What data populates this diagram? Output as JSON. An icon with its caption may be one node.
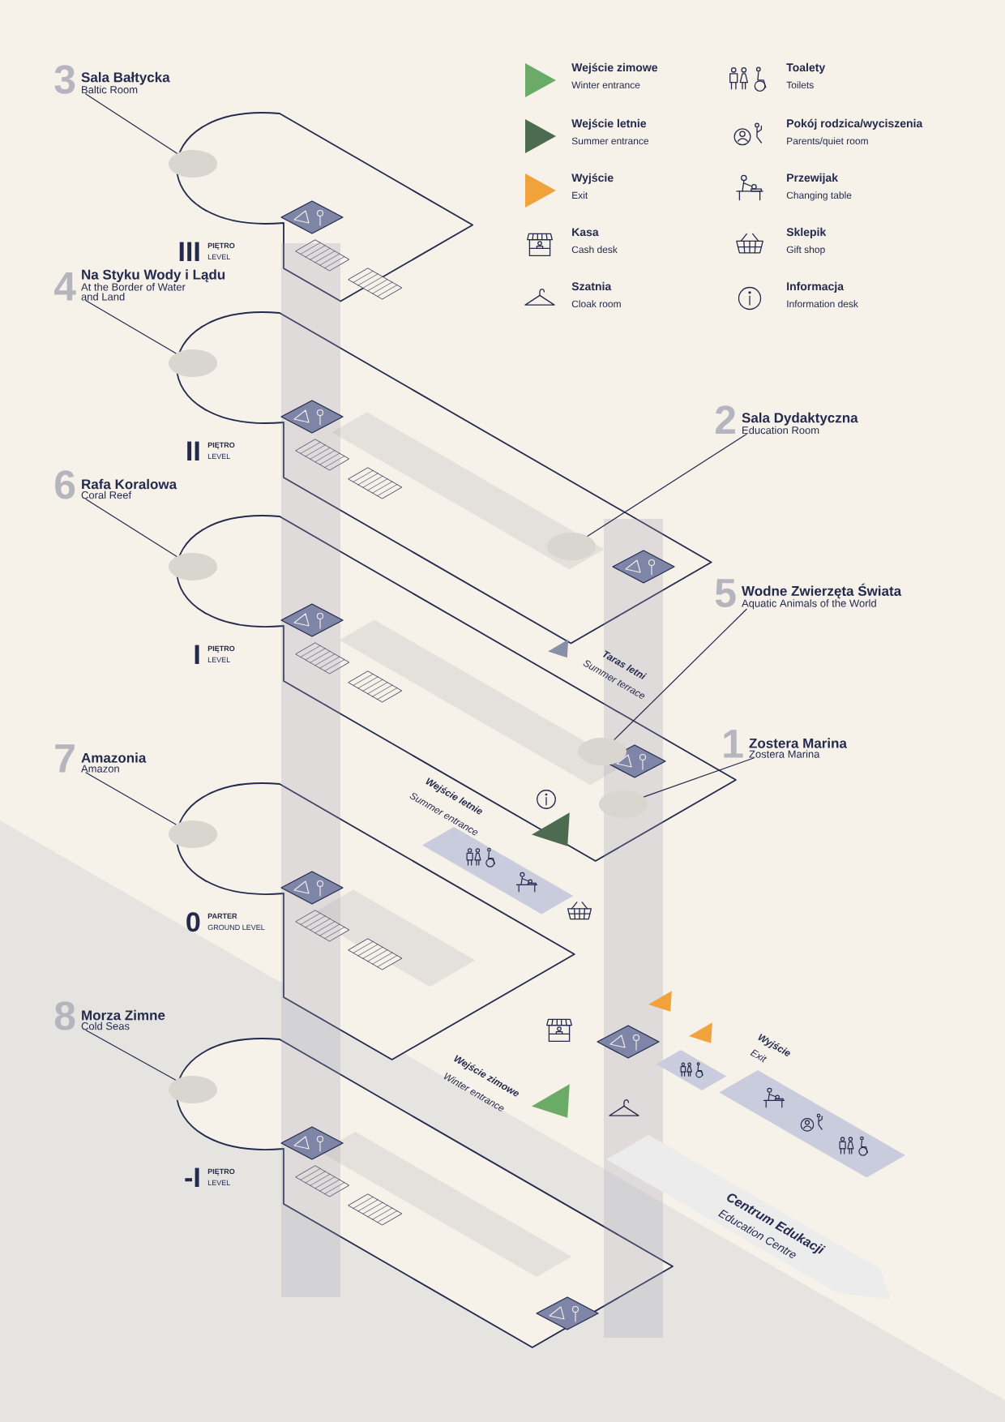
{
  "diagram": {
    "nodes": [
      {
        "text": [
          "3",
          "Sala Bałtycka",
          "Baltic Room"
        ]
      },
      {
        "text": [
          "4",
          "Na Styku Wody i Lądu",
          "At the Border of Water and Land"
        ]
      },
      {
        "text": [
          "2",
          "Sala Dydaktyczna",
          "Education Room"
        ]
      },
      {
        "text": [
          "6",
          "Rafa Koralowa",
          "Coral Reef"
        ]
      },
      {
        "text": [
          "5",
          "Wodne Zwierzęta Świata",
          "Aquatic Animals of the World"
        ]
      },
      {
        "text": [
          "7",
          "Amazonia",
          "Amazon"
        ]
      },
      {
        "text": [
          "1",
          "Zostera Marina",
          "Zostera Marina"
        ]
      },
      {
        "text": [
          "8",
          "Morza Zimne",
          "Cold Seas"
        ]
      },
      {
        "text": [],
        "shape": "circle"
      },
      {
        "text": [],
        "shape": "circle"
      },
      {
        "text": [],
        "shape": "circle"
      },
      {
        "text": [],
        "shape": "circle"
      },
      {
        "text": [],
        "shape": "circle"
      },
      {
        "text": [],
        "shape": "circle"
      },
      {
        "text": [],
        "shape": "circle"
      },
      {
        "text": [],
        "shape": "circle"
      }
    ],
    "edges": [
      {
        "from": 0,
        "to": 8,
        "arrow": "none"
      },
      {
        "from": 1,
        "to": 9,
        "arrow": "none"
      },
      {
        "from": 2,
        "to": 10,
        "arrow": "none"
      },
      {
        "from": 3,
        "to": 11,
        "arrow": "none"
      },
      {
        "from": 4,
        "to": 12,
        "arrow": "none"
      },
      {
        "from": 5,
        "to": 13,
        "arrow": "none"
      },
      {
        "from": 6,
        "to": 14,
        "arrow": "none"
      },
      {
        "from": 7,
        "to": 15,
        "arrow": "none"
      }
    ],
    "labels": [
      "Winter entrance",
      "Summer entrance",
      "Exit",
      "Cash desk",
      "Cloak room",
      "Toilets",
      "Parents/quiet room",
      "Changing table",
      "Gift shop",
      "Information desk",
      "III",
      "PIĘTRO",
      "LEVEL",
      "II",
      "PIĘTRO",
      "LEVEL",
      "Taras letni",
      "Summer terrace",
      "I",
      "PIĘTRO",
      "LEVEL",
      "Wejście letnie",
      "Summer entrance",
      "0",
      "PARTER",
      "GROUND LEVEL",
      "Wyjście",
      "Exit",
      "Wejście zimowe",
      "Winter entrance",
      "-I",
      "PIĘTRO",
      "LEVEL",
      "Centrum Edukacji",
      "Education Centre"
    ],
    "legend": [
      {
        "text": "Wejście zimowe",
        "color": "#6aab68"
      },
      {
        "text": "Wejście letnie",
        "color": "#4d6b50"
      },
      {
        "text": "Wyjście",
        "color": "#f2a23a"
      },
      {
        "text": "Kasa"
      },
      {
        "text": "Szatnia"
      },
      {
        "text": "Toalety"
      },
      {
        "text": "Pokój rodzica/wyciszenia"
      },
      {
        "text": "Przewijak"
      },
      {
        "text": "Sklepik"
      },
      {
        "text": "Informacja"
      }
    ]
  }
}
